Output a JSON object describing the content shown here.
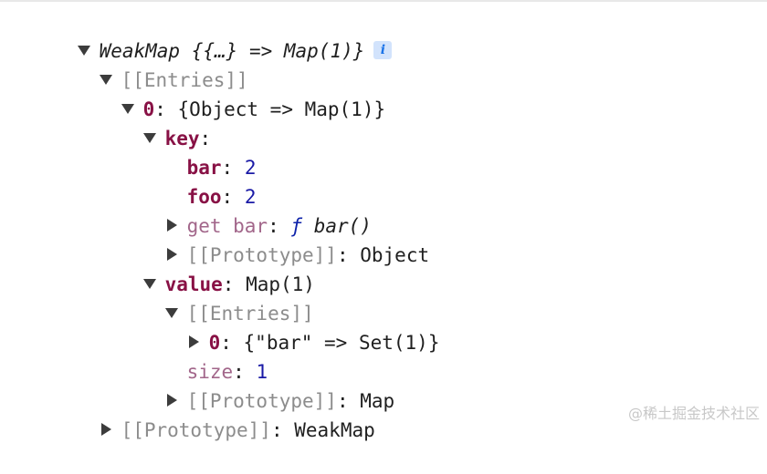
{
  "console": {
    "root": {
      "label": "WeakMap {{…} => Map(1)}",
      "info": "i"
    },
    "entries_label": "[[Entries]]",
    "entry0": {
      "index": "0",
      "sep": ": ",
      "value": "{Object => Map(1)}"
    },
    "key": {
      "name": "key",
      "colon": ":"
    },
    "bar": {
      "name": "bar",
      "sep": ": ",
      "value": "2"
    },
    "foo": {
      "name": "foo",
      "sep": ": ",
      "value": "2"
    },
    "getter": {
      "name": "get bar",
      "sep": ": ",
      "f": "ƒ",
      "fn": " bar()"
    },
    "key_proto": {
      "name": "[[Prototype]]",
      "sep": ": ",
      "value": "Object"
    },
    "value": {
      "name": "value",
      "sep": ": ",
      "text": "Map(1)"
    },
    "value_entries_label": "[[Entries]]",
    "value_entry0": {
      "index": "0",
      "sep": ": ",
      "value": "{\"bar\" => Set(1)}"
    },
    "size": {
      "name": "size",
      "sep": ": ",
      "value": "1"
    },
    "value_proto": {
      "name": "[[Prototype]]",
      "sep": ": ",
      "value": "Map"
    },
    "root_proto": {
      "name": "[[Prototype]]",
      "sep": ": ",
      "value": "WeakMap"
    }
  },
  "watermark": "@稀土掘金技术社区"
}
